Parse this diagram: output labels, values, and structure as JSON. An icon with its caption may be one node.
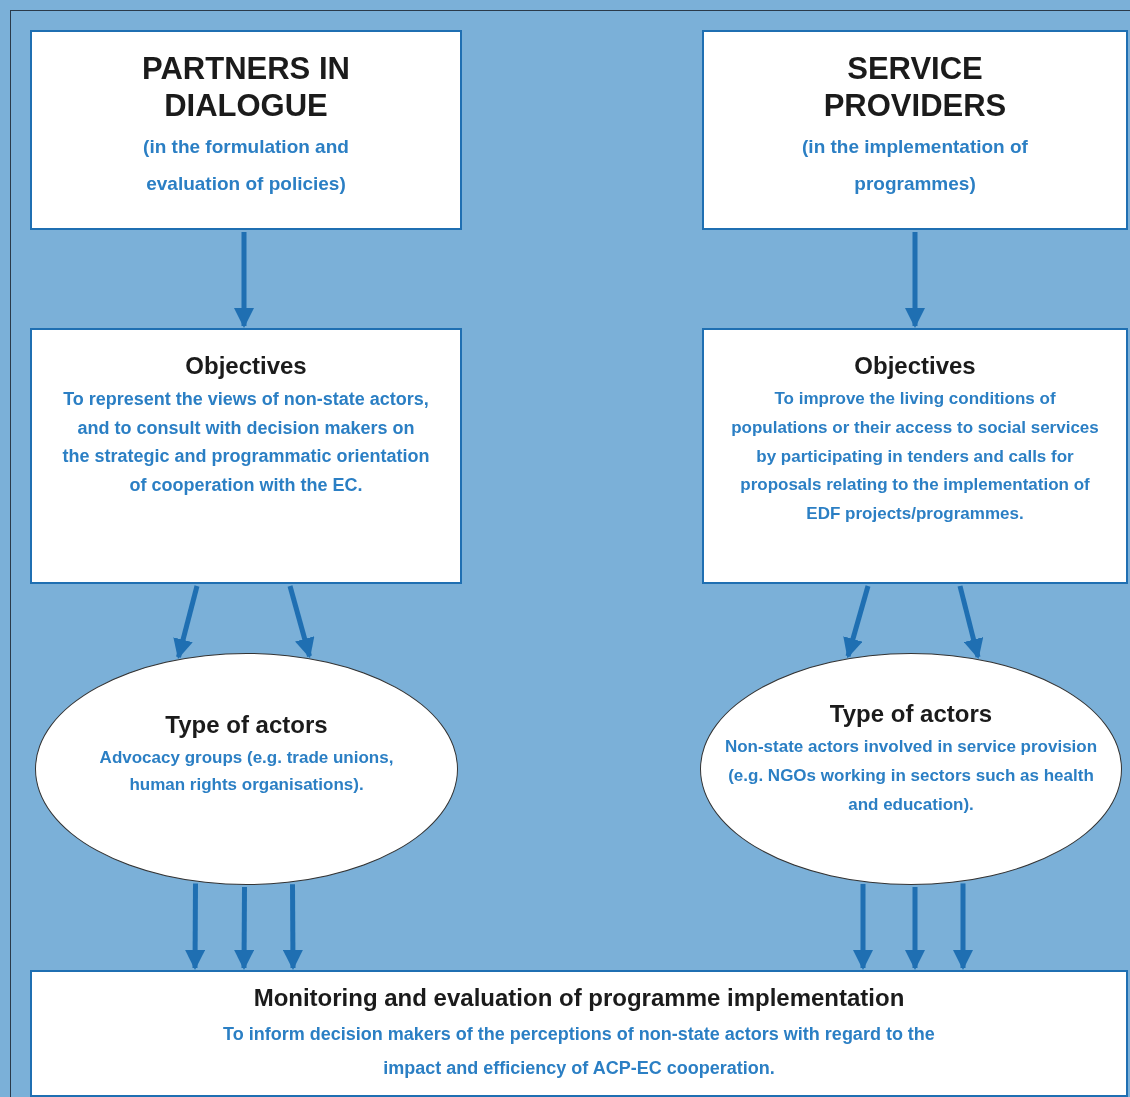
{
  "diagram": {
    "nodes": [
      {
        "text": [
          "PARTNERS IN DIALOGUE",
          "(in the formulation and evaluation of policies)"
        ]
      },
      {
        "text": [
          "SERVICE PROVIDERS",
          "(in the implementation of programmes)"
        ]
      },
      {
        "text": [
          "Objectives",
          "To represent the views of non-state actors, and to consult with decision makers on the strategic and programmatic orientation of cooperation with the EC."
        ]
      },
      {
        "text": [
          "Objectives",
          "To improve the living conditions of populations or their access to social services by participating in tenders and calls for proposals relating to the implementation of EDF projects/programmes."
        ]
      },
      {
        "text": [
          "Type of actors",
          "Advocacy groups (e.g. trade unions, human rights organisations)."
        ]
      },
      {
        "text": [
          "Type of actors",
          "Non-state actors involved in service provision (e.g. NGOs working in sectors such as health and education)."
        ]
      },
      {
        "text": [
          "Monitoring and evaluation of programme implementation",
          "To inform decision makers of the perceptions of non-state actors with regard to the impact and efficiency of ACP-EC cooperation."
        ]
      }
    ],
    "edges": [
      {
        "from": 0,
        "to": 2,
        "arrow": "to"
      },
      {
        "from": 1,
        "to": 3,
        "arrow": "to"
      },
      {
        "from": 2,
        "to": 4,
        "arrow": "to"
      },
      {
        "from": 2,
        "to": 4,
        "arrow": "to"
      },
      {
        "from": 3,
        "to": 5,
        "arrow": "to"
      },
      {
        "from": 3,
        "to": 5,
        "arrow": "to"
      },
      {
        "from": 4,
        "to": 6,
        "arrow": "to"
      },
      {
        "from": 4,
        "to": 6,
        "arrow": "to"
      },
      {
        "from": 4,
        "to": 6,
        "arrow": "to"
      },
      {
        "from": 5,
        "to": 6,
        "arrow": "to"
      },
      {
        "from": 5,
        "to": 6,
        "arrow": "to"
      },
      {
        "from": 5,
        "to": 6,
        "arrow": "to"
      }
    ]
  }
}
